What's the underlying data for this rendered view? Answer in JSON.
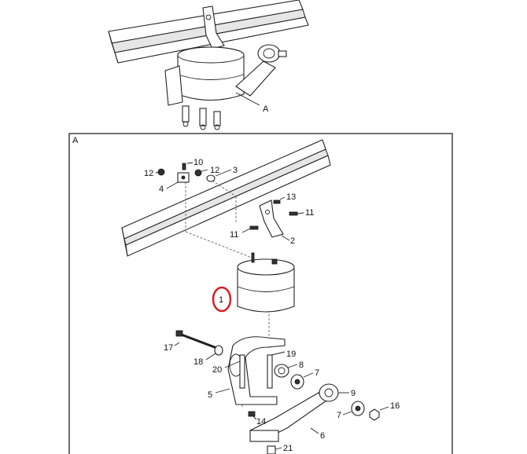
{
  "overview": {
    "callout": "A"
  },
  "detail": {
    "frame_label": "A",
    "highlight_color": "#d42020",
    "highlighted_part": "1",
    "callouts": [
      "12",
      "10",
      "12",
      "3",
      "4",
      "13",
      "11",
      "11",
      "2",
      "1",
      "17",
      "18",
      "19",
      "20",
      "8",
      "7",
      "5",
      "9",
      "16",
      "7",
      "14",
      "6",
      "21"
    ]
  }
}
